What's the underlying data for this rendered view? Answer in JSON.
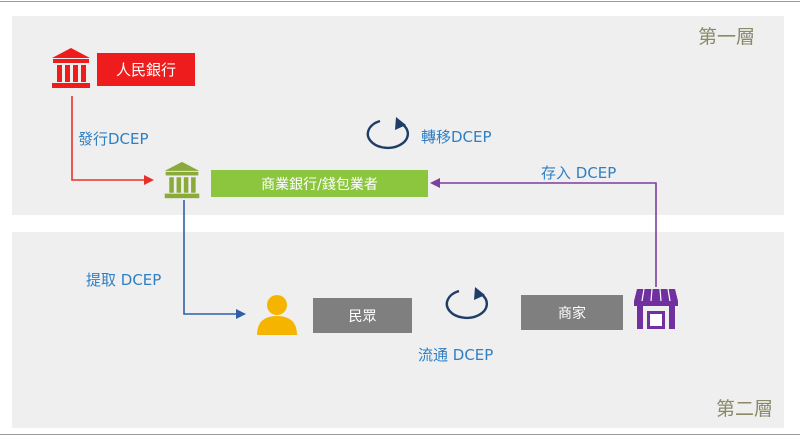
{
  "layers": {
    "tier1_label": "第一層",
    "tier2_label": "第二層"
  },
  "nodes": {
    "central_bank": "人民銀行",
    "commercial_banks": "商業銀行/錢包業者",
    "public": "民眾",
    "merchant": "商家"
  },
  "flows": {
    "issue": "發行DCEP",
    "transfer": "轉移DCEP",
    "deposit": "存入 DCEP",
    "withdraw": "提取 DCEP",
    "circulate": "流通 DCEP"
  },
  "colors": {
    "central_bank": "#ee1c1c",
    "commercial": "#8cc63f",
    "bank_icon_green": "#8aaa3a",
    "node_gray": "#7f7f7f",
    "person_icon": "#f5b400",
    "shop_icon": "#7030a0",
    "arrow_blue": "#2e5fa8",
    "arrow_purple": "#7b3fa0",
    "arrow_red": "#e8302a",
    "text_blue": "#2f7fc4",
    "layer_label": "#8a8a68"
  }
}
